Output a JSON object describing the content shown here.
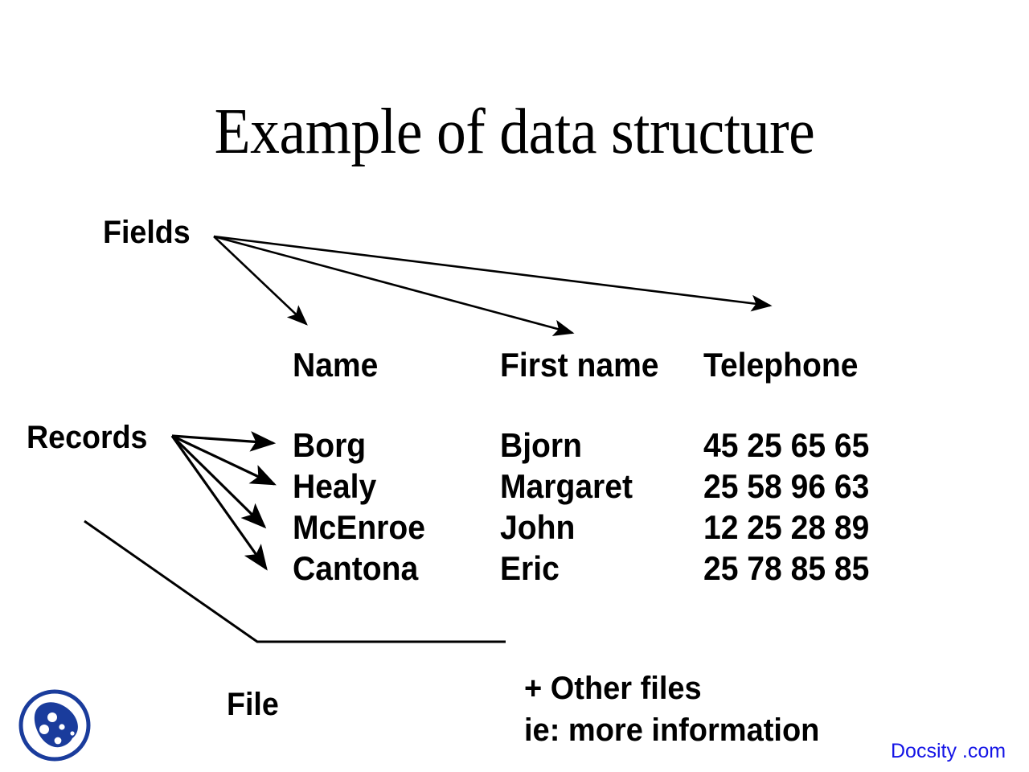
{
  "slide": {
    "title": "Example of data structure",
    "background_color": "#ffffff",
    "text_color": "#000000"
  },
  "annotations": {
    "fields_label": "Fields",
    "records_label": "Records",
    "file_label": "File"
  },
  "table": {
    "headers": [
      "Name",
      "First name",
      "Telephone"
    ],
    "rows": [
      {
        "name": "Borg",
        "first_name": "Bjorn",
        "telephone": "45 25 65 65"
      },
      {
        "name": "Healy",
        "first_name": "Margaret",
        "telephone": "25 58 96 63"
      },
      {
        "name": "McEnroe",
        "first_name": "John",
        "telephone": "12 25 28 89"
      },
      {
        "name": "Cantona",
        "first_name": "Eric",
        "telephone": "25 78 85 85"
      }
    ]
  },
  "footer": {
    "line1": "+ Other files",
    "line2": "ie: more information"
  },
  "watermark": {
    "text": "Docsity .com",
    "color": "#1414e6"
  },
  "logo": {
    "name": "docsity-logo",
    "color": "#1a3c9c"
  }
}
